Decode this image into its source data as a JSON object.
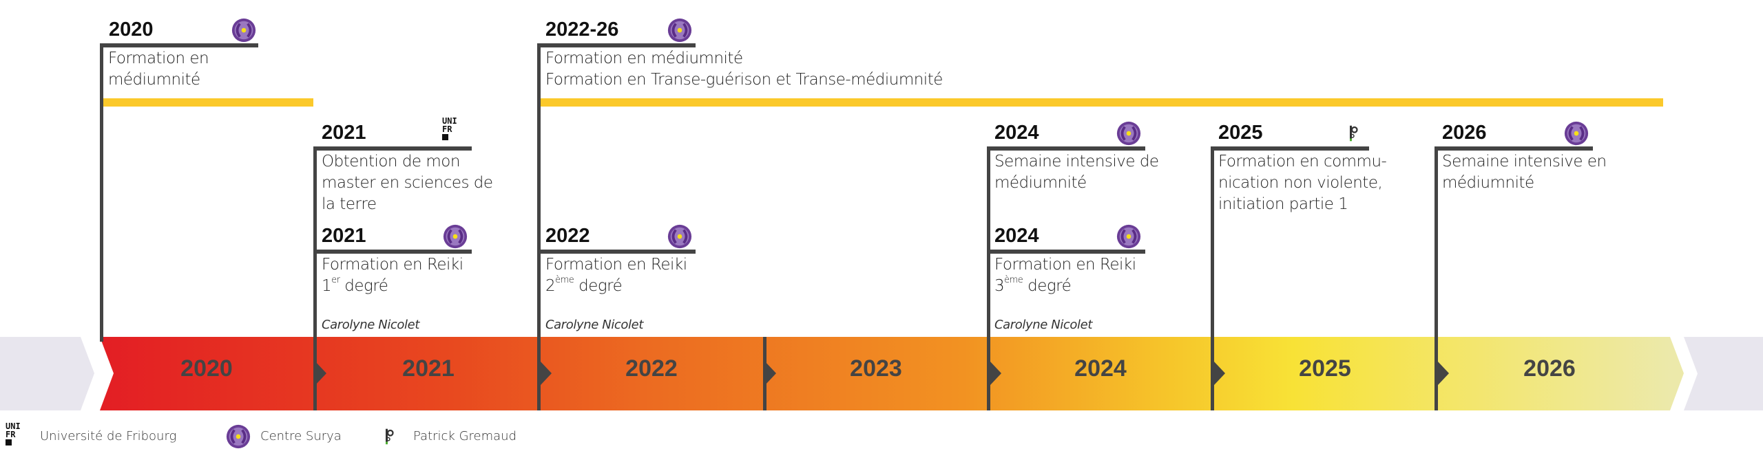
{
  "cards": {
    "c2020": {
      "year": "2020",
      "lines": [
        "Formation en",
        "médiumnité"
      ],
      "org": "Centre Surya"
    },
    "c2022_26": {
      "year": "2022-26",
      "lines": [
        "Formation en médiumnité",
        "Formation en Transe-guérison et Transe-médiumnité"
      ],
      "org": "Centre Surya"
    },
    "c2021a": {
      "year": "2021",
      "lines": [
        "Obtention de mon",
        "master en sciences de",
        "la terre"
      ],
      "org": "Université de Fribourg"
    },
    "c2021b": {
      "year": "2021",
      "line1": "Formation en Reiki",
      "num": "1",
      "sup": "er",
      "rest": " degré",
      "teacher": "Carolyne Nicolet",
      "org": "Centre Surya"
    },
    "c2022": {
      "year": "2022",
      "line1": "Formation en Reiki",
      "num": "2",
      "sup": "ème",
      "rest": " degré",
      "teacher": "Carolyne Nicolet",
      "org": "Centre Surya"
    },
    "c2024a": {
      "year": "2024",
      "lines": [
        "Semaine intensive de",
        "médiumnité"
      ],
      "org": "Centre Surya"
    },
    "c2024b": {
      "year": "2024",
      "line1": "Formation en Reiki",
      "num": "3",
      "sup": "ème",
      "rest": " degré",
      "teacher": "Carolyne Nicolet",
      "org": "Centre Surya"
    },
    "c2025": {
      "year": "2025",
      "lines": [
        "Formation en commu-",
        "nication non violente,",
        "initiation partie 1"
      ],
      "org": "Patrick Gremaud"
    },
    "c2026": {
      "year": "2026",
      "lines": [
        "Semaine intensive en",
        "médiumnité"
      ],
      "org": "Centre Surya"
    }
  },
  "band_years": [
    "2020",
    "2021",
    "2022",
    "2023",
    "2024",
    "2025",
    "2026"
  ],
  "legend": {
    "unifr_logo": "UNI FR",
    "unifr": "Université de Fribourg",
    "surya": "Centre Surya",
    "gremaud": "Patrick Gremaud"
  },
  "colors": {
    "start": "#e31e24",
    "end": "#ece9aa",
    "bar": "#fbc92b",
    "line": "#444444",
    "surya": "#6a3d96"
  }
}
